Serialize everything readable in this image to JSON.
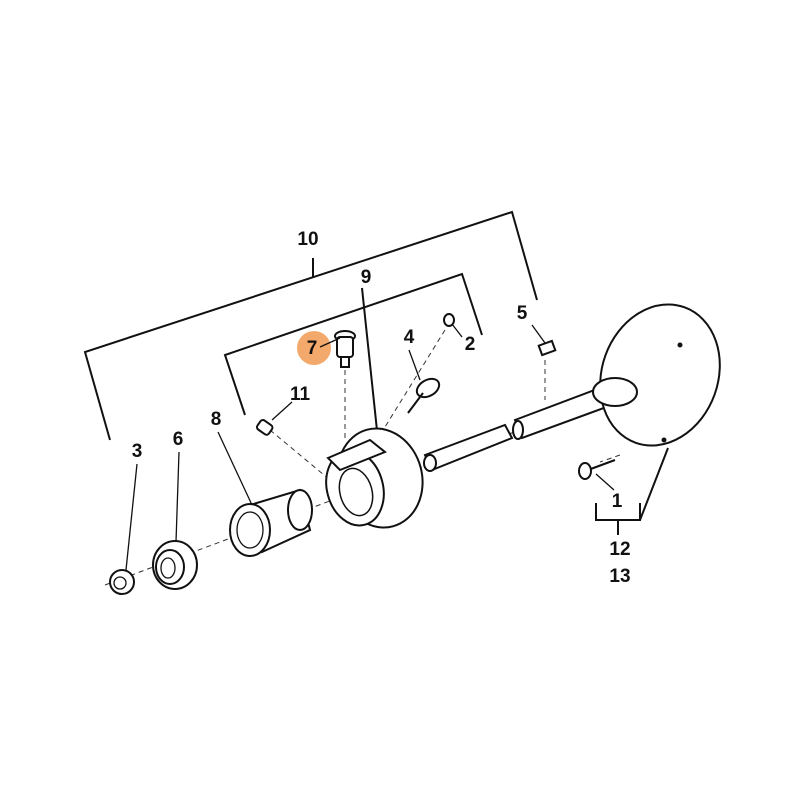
{
  "diagram": {
    "highlight_color": "#f3a96b",
    "highlighted_callout": "7",
    "callouts": {
      "c1": "1",
      "c2": "2",
      "c3": "3",
      "c4": "4",
      "c5": "5",
      "c6": "6",
      "c7": "7",
      "c8": "8",
      "c9": "9",
      "c10": "10",
      "c11": "11",
      "c12": "12",
      "c13": "13"
    }
  }
}
